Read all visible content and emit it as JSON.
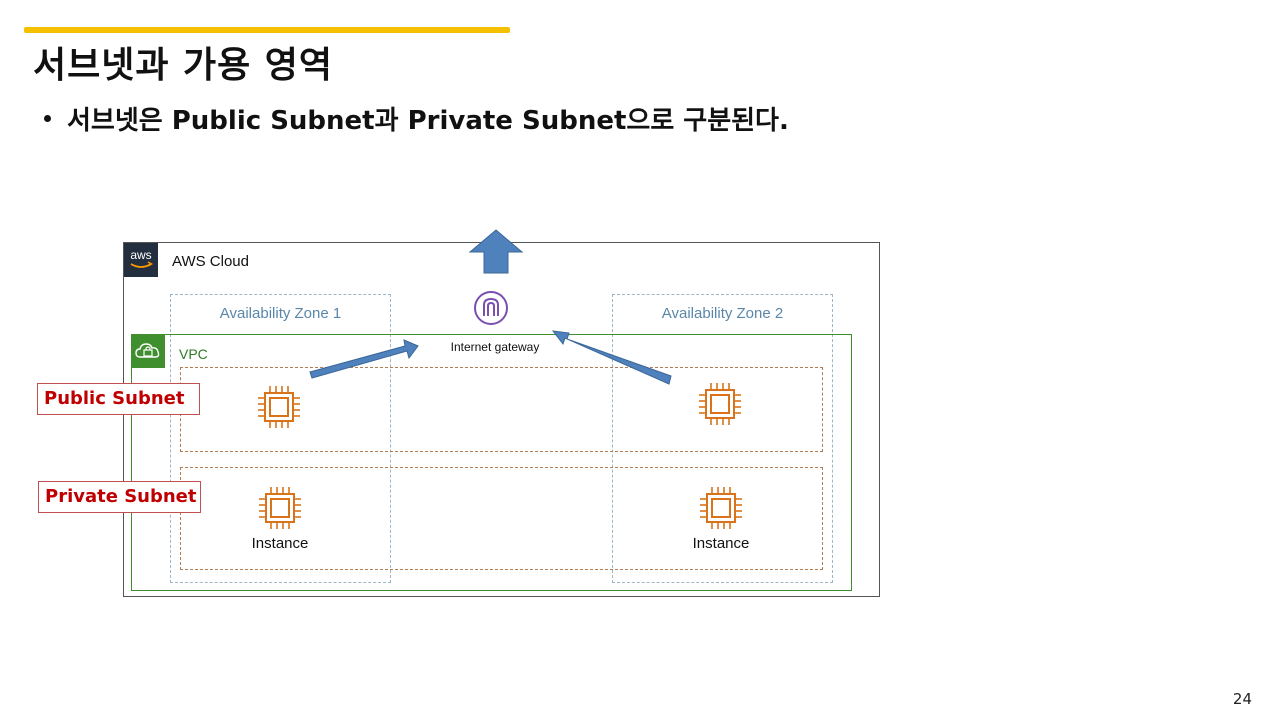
{
  "slide": {
    "title": "서브넷과 가용 영역",
    "bullet": "서브넷은 Public Subnet과 Private Subnet으로 구분된다.",
    "page_number": "24",
    "accent_color": "#f5c000"
  },
  "diagram": {
    "cloud_label": "AWS Cloud",
    "aws_logo_text": "aws",
    "az1_label": "Availability Zone 1",
    "az2_label": "Availability Zone 2",
    "vpc_label": "VPC",
    "igw_label": "Internet gateway",
    "public_subnet_label": "Public Subnet",
    "private_subnet_label": "Private Subnet",
    "instance_label": "Instance",
    "colors": {
      "vpc": "#3f8f2f",
      "az": "#5a87a8",
      "instance": "#d9731a",
      "igw": "#7a4fb0",
      "arrow": "#4f81bd",
      "subnet_tag": "#c00000"
    }
  }
}
